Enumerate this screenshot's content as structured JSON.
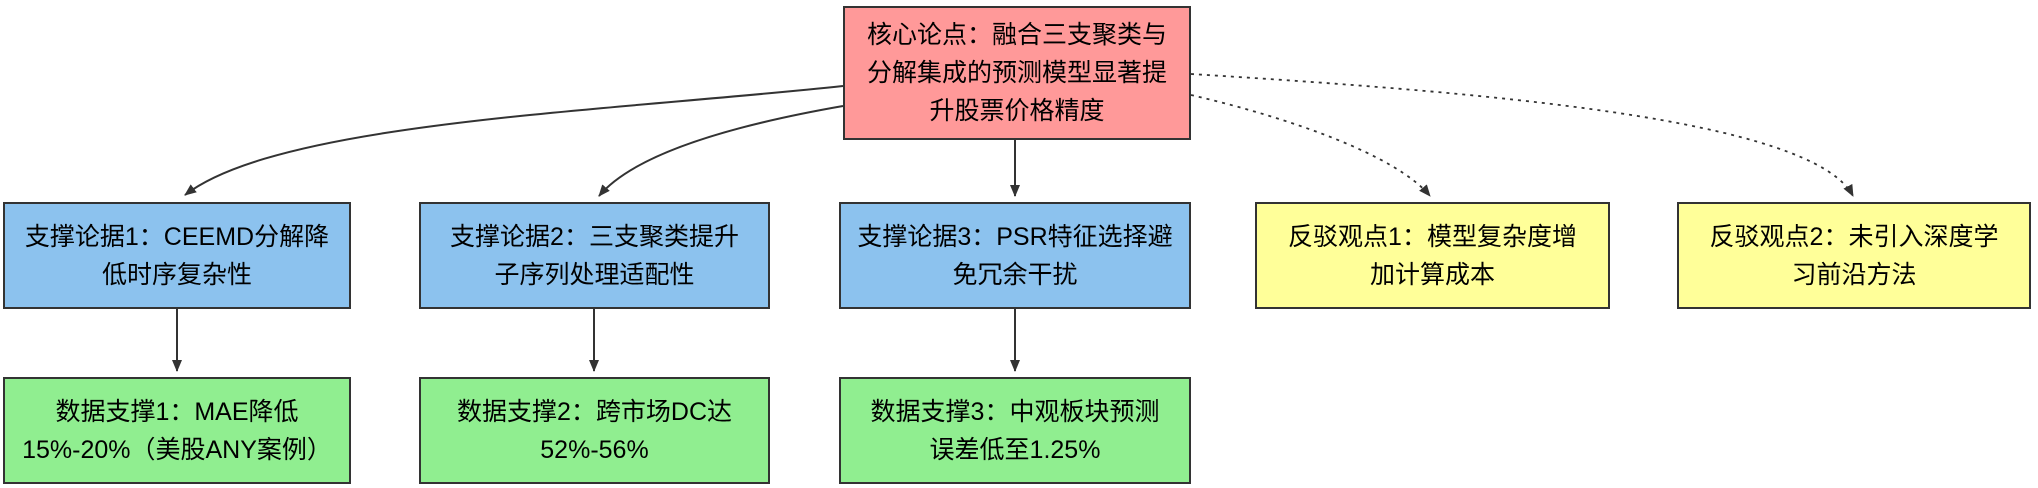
{
  "diagram": {
    "type": "argument-map-flowchart",
    "edge_color": "#333333",
    "nodes": {
      "core": {
        "label": "核心论点：融合三支聚类与\n分解集成的预测模型显著提\n升股票价格精度",
        "fill": "#FF9999",
        "stroke": "#333333",
        "role": "core-thesis"
      },
      "support1": {
        "label": "支撑论据1：CEEMD分解降\n低时序复杂性",
        "fill": "#8CC2EE",
        "stroke": "#333333",
        "role": "supporting-argument"
      },
      "support2": {
        "label": "支撑论据2：三支聚类提升\n子序列处理适配性",
        "fill": "#8CC2EE",
        "stroke": "#333333",
        "role": "supporting-argument"
      },
      "support3": {
        "label": "支撑论据3：PSR特征选择避\n免冗余干扰",
        "fill": "#8CC2EE",
        "stroke": "#333333",
        "role": "supporting-argument"
      },
      "rebuttal1": {
        "label": "反驳观点1：模型复杂度增\n加计算成本",
        "fill": "#FFFF99",
        "stroke": "#333333",
        "role": "counter-argument"
      },
      "rebuttal2": {
        "label": "反驳观点2：未引入深度学\n习前沿方法",
        "fill": "#FFFF99",
        "stroke": "#333333",
        "role": "counter-argument"
      },
      "data1": {
        "label": "数据支撑1：MAE降低\n15%-20%（美股ANY案例）",
        "fill": "#90EE90",
        "stroke": "#333333",
        "role": "data-support"
      },
      "data2": {
        "label": "数据支撑2：跨市场DC达\n52%-56%",
        "fill": "#90EE90",
        "stroke": "#333333",
        "role": "data-support"
      },
      "data3": {
        "label": "数据支撑3：中观板块预测\n误差低至1.25%",
        "fill": "#90EE90",
        "stroke": "#333333",
        "role": "data-support"
      }
    },
    "edges": [
      {
        "from": "core",
        "to": "support1",
        "style": "solid"
      },
      {
        "from": "core",
        "to": "support2",
        "style": "solid"
      },
      {
        "from": "core",
        "to": "support3",
        "style": "solid"
      },
      {
        "from": "core",
        "to": "rebuttal1",
        "style": "dotted"
      },
      {
        "from": "core",
        "to": "rebuttal2",
        "style": "dotted"
      },
      {
        "from": "support1",
        "to": "data1",
        "style": "solid"
      },
      {
        "from": "support2",
        "to": "data2",
        "style": "solid"
      },
      {
        "from": "support3",
        "to": "data3",
        "style": "solid"
      }
    ]
  }
}
